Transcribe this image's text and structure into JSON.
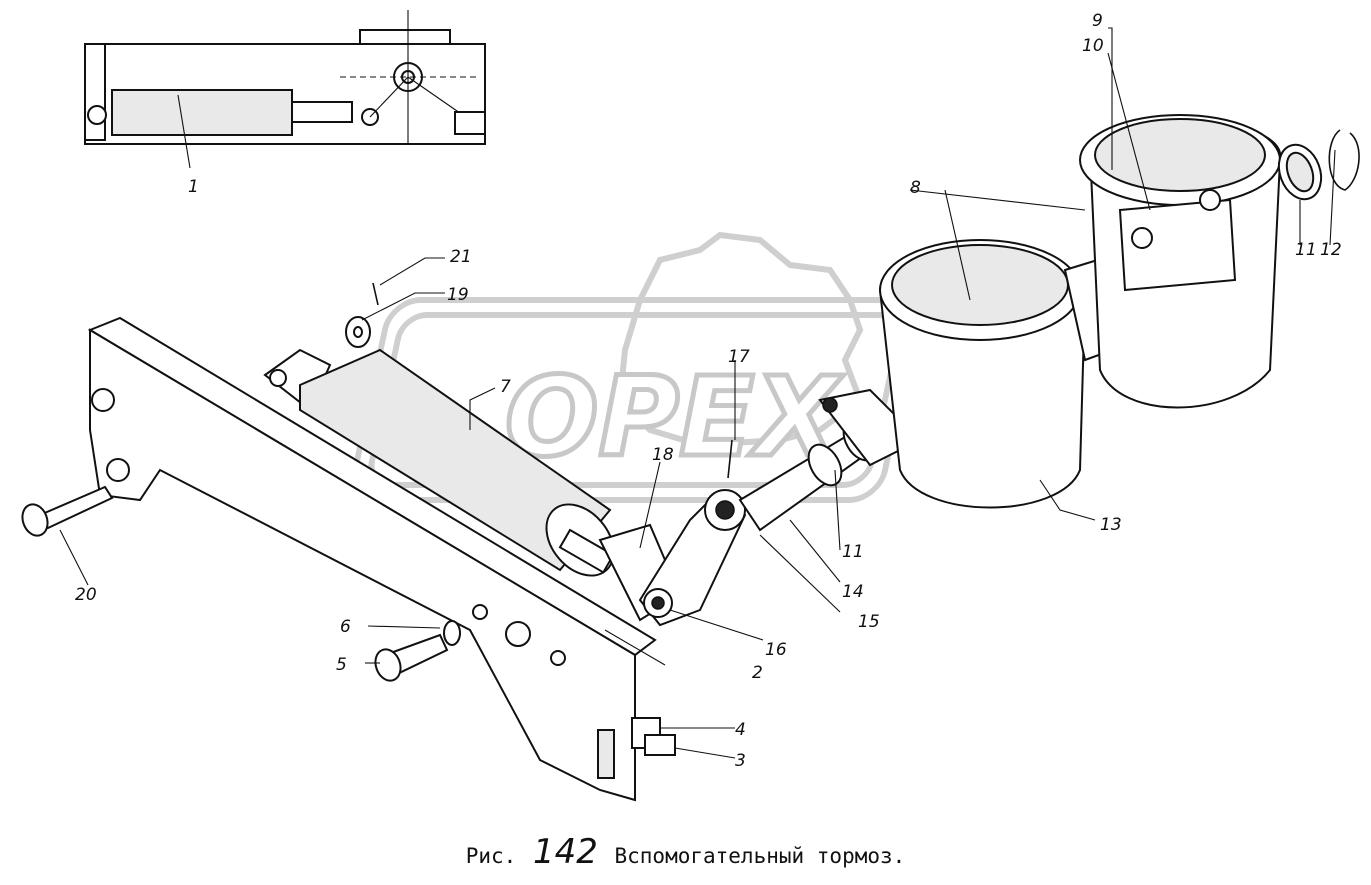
{
  "watermark": {
    "text": "OPEX"
  },
  "caption": {
    "prefix": "Рис.",
    "number": "142",
    "title": "Вспомогательный тормоз."
  },
  "callouts": {
    "c1": "1",
    "c2": "2",
    "c3": "3",
    "c4": "4",
    "c5": "5",
    "c6": "6",
    "c7": "7",
    "c8": "8",
    "c9": "9",
    "c10": "10",
    "c11a": "11",
    "c11b": "11",
    "c12": "12",
    "c13": "13",
    "c14": "14",
    "c15": "15",
    "c16": "16",
    "c17": "17",
    "c18": "18",
    "c19": "19",
    "c20": "20",
    "c21": "21"
  }
}
